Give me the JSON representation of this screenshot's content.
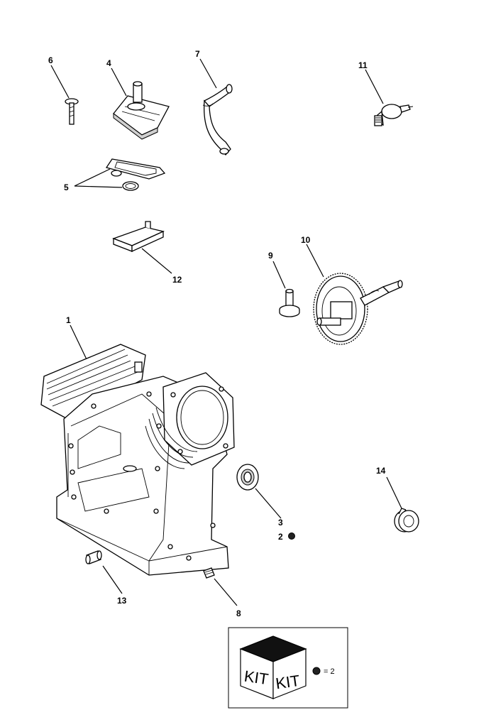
{
  "callouts": {
    "c1": "1",
    "c2": "2",
    "c3": "3",
    "c4": "4",
    "c5": "5",
    "c6": "6",
    "c7": "7",
    "c8": "8",
    "c9": "9",
    "c10": "10",
    "c11": "11",
    "c12": "12",
    "c13": "13",
    "c14": "14"
  },
  "kit_legend": {
    "kit_left": "KIT",
    "kit_right": "KIT",
    "dot_label": "= 2"
  }
}
